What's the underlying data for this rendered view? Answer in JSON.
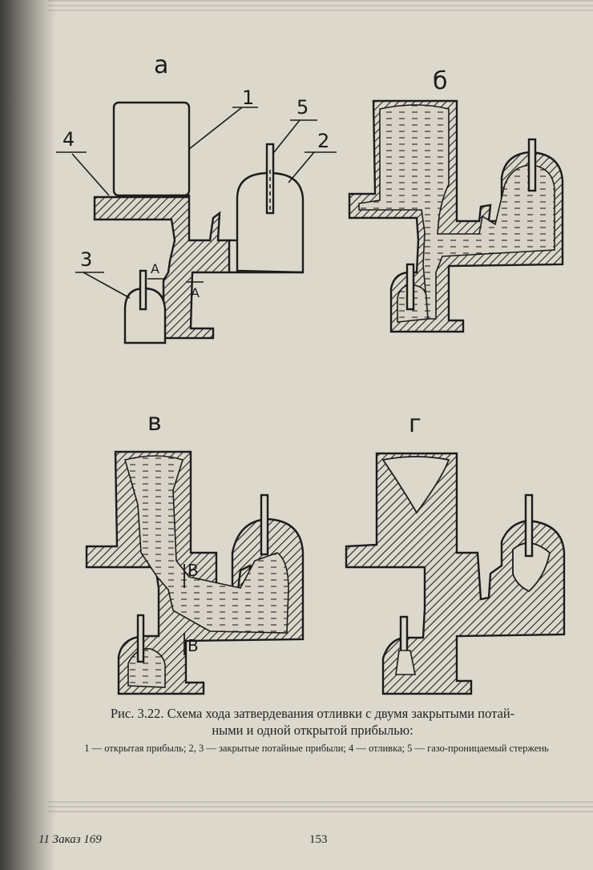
{
  "panels": {
    "a": "а",
    "b": "б",
    "v": "в",
    "g": "г"
  },
  "callouts": {
    "c1": "1",
    "c2": "2",
    "c3": "3",
    "c4": "4",
    "c5": "5",
    "section_a": "A",
    "section_v": "В"
  },
  "caption": {
    "line1": "Рис. 3.22. Схема хода затвердевания отливки с двумя закрытыми потай-",
    "line2": "ными и одной открытой прибылью:"
  },
  "legend": {
    "n1": "1",
    "t1": " — открытая прибыль; ",
    "n2": "2, 3",
    "t2": " — закрытые потайные прибыли; ",
    "n4": "4",
    "t4": " — отливка; ",
    "n5": "5",
    "t5": " — газо-проницаемый стержень"
  },
  "footer": {
    "signature": "11  Заказ 169",
    "page_number": "153"
  }
}
